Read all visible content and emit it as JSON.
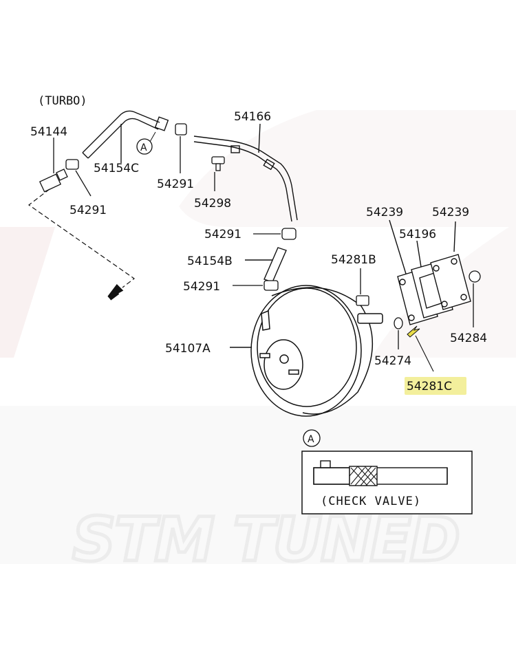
{
  "variant_label": "(TURBO)",
  "callout_letter": "A",
  "inset": {
    "letter": "A",
    "caption": "(CHECK VALVE)"
  },
  "watermark": "STM TUNED",
  "highlight_color": "#f3ef9c",
  "parts": [
    {
      "id": "p54144",
      "text": "54144"
    },
    {
      "id": "p54154c",
      "text": "54154C"
    },
    {
      "id": "p54291a",
      "text": "54291"
    },
    {
      "id": "p54291b",
      "text": "54291"
    },
    {
      "id": "p54166",
      "text": "54166"
    },
    {
      "id": "p54298",
      "text": "54298"
    },
    {
      "id": "p54291c",
      "text": "54291"
    },
    {
      "id": "p54154b",
      "text": "54154B"
    },
    {
      "id": "p54291d",
      "text": "54291"
    },
    {
      "id": "p54107a",
      "text": "54107A"
    },
    {
      "id": "p54239a",
      "text": "54239"
    },
    {
      "id": "p54239b",
      "text": "54239"
    },
    {
      "id": "p54196",
      "text": "54196"
    },
    {
      "id": "p54281b",
      "text": "54281B"
    },
    {
      "id": "p54284",
      "text": "54284"
    },
    {
      "id": "p54274",
      "text": "54274"
    },
    {
      "id": "p54281c",
      "text": "54281C"
    }
  ]
}
